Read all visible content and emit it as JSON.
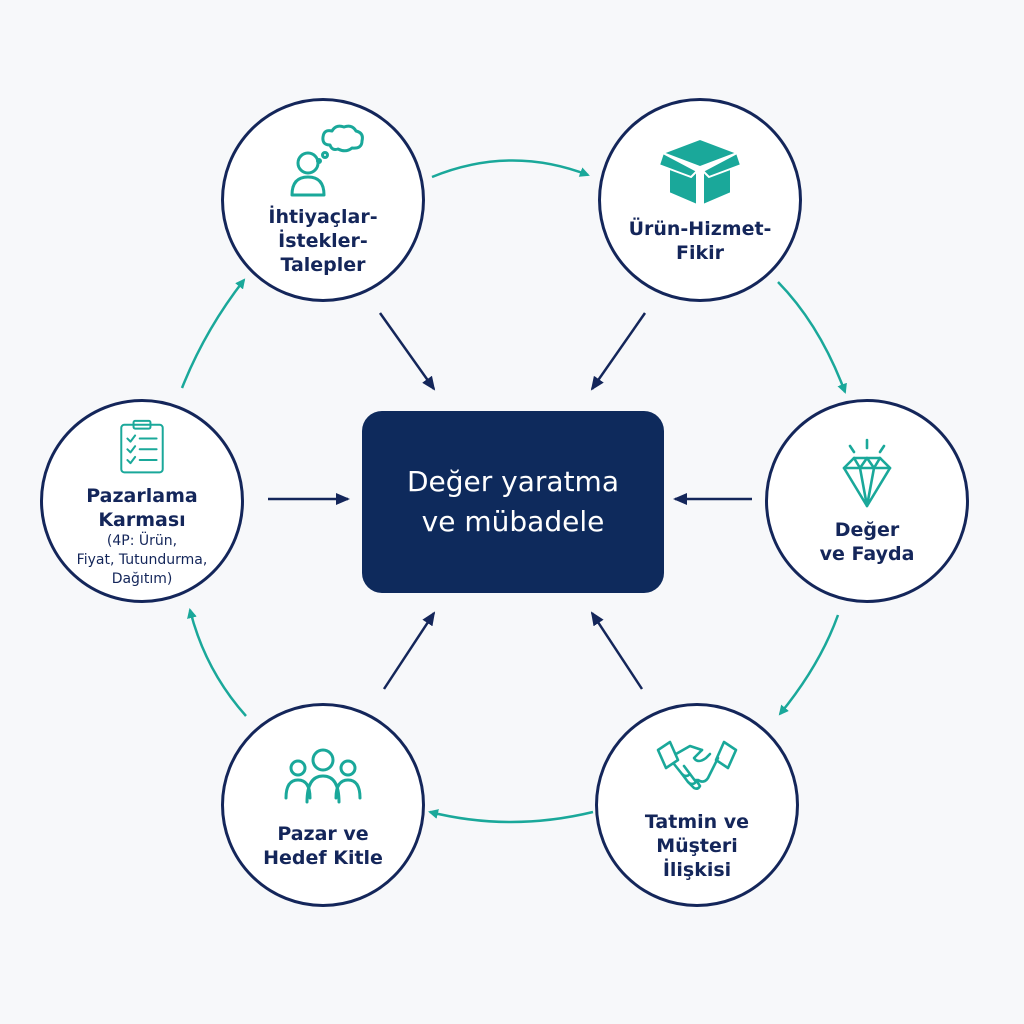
{
  "colors": {
    "navy": "#14265a",
    "teal": "#1aa89a",
    "center": "#0e2a5c",
    "background": "#f7f8fa"
  },
  "center": {
    "lines": [
      "Değer yaratma",
      "ve mübadele"
    ]
  },
  "nodes": {
    "needs": {
      "icon": "person-thought-bubble-icon",
      "lines": [
        "İhtiyaçlar-",
        "İstekler-",
        "Talepler"
      ]
    },
    "product": {
      "icon": "box-icon",
      "lines": [
        "Ürün-Hizmet-",
        "Fikir"
      ]
    },
    "value": {
      "icon": "diamond-icon",
      "lines": [
        "Değer",
        "ve Fayda"
      ]
    },
    "satisfaction": {
      "icon": "handshake-icon",
      "lines": [
        "Tatmin ve",
        "Müşteri",
        "İlişkisi"
      ]
    },
    "market": {
      "icon": "people-group-icon",
      "lines": [
        "Pazar ve",
        "Hedef Kitle"
      ]
    },
    "mix": {
      "icon": "clipboard-checklist-icon",
      "lines": [
        "Pazarlama",
        "Karması"
      ],
      "sub_lines": [
        "(4P: Ürün,",
        "Fiyat, Tutundurma,",
        "Dağıtım)"
      ]
    }
  }
}
